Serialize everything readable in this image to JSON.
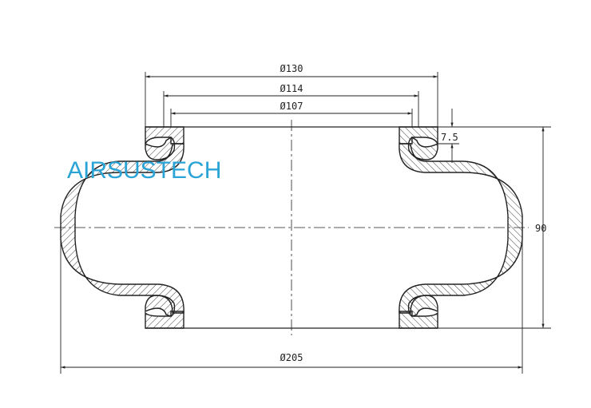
{
  "drawing": {
    "logo": "AIRSUSTECH",
    "logo_color": "#2aa3d6",
    "line_color": "#222222",
    "dimensions": {
      "outer_top_diameter": "Ø130",
      "mid_top_diameter": "Ø114",
      "inner_top_diameter": "Ø107",
      "flange_thickness": "7.5",
      "height": "90",
      "max_diameter": "Ø205"
    }
  }
}
